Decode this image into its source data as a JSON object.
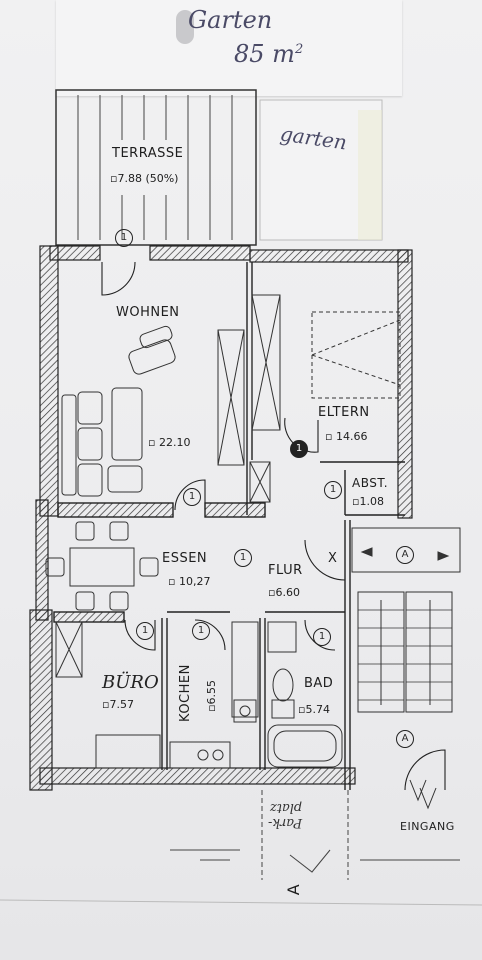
{
  "note": {
    "line1": "Garten",
    "line2": "85 m",
    "line2_sup": "2"
  },
  "garden_label": "garten",
  "rooms": {
    "terrasse": {
      "name": "TERRASSE",
      "area": "▫7.88 (50%)"
    },
    "wohnen": {
      "name": "WOHNEN",
      "area": "▫ 22.10"
    },
    "eltern": {
      "name": "ELTERN",
      "area": "▫ 14.66"
    },
    "abst": {
      "name": "ABST.",
      "area": "▫1.08"
    },
    "essen": {
      "name": "ESSEN",
      "area": "▫ 10,27"
    },
    "flur": {
      "name": "FLUR",
      "area": "▫6.60"
    },
    "buero": {
      "name": "BÜRO",
      "area": "▫7.57"
    },
    "kochen": {
      "name": "KOCHEN",
      "area": "▫6.55"
    },
    "bad": {
      "name": "BAD",
      "area": "▫5.74"
    }
  },
  "markers": {
    "circle_one": "1",
    "circle_a": "A",
    "x_mark": "X"
  },
  "eingang": "EINGANG",
  "parkplatz": "Park-\nplatz",
  "arrow_letter": "A"
}
